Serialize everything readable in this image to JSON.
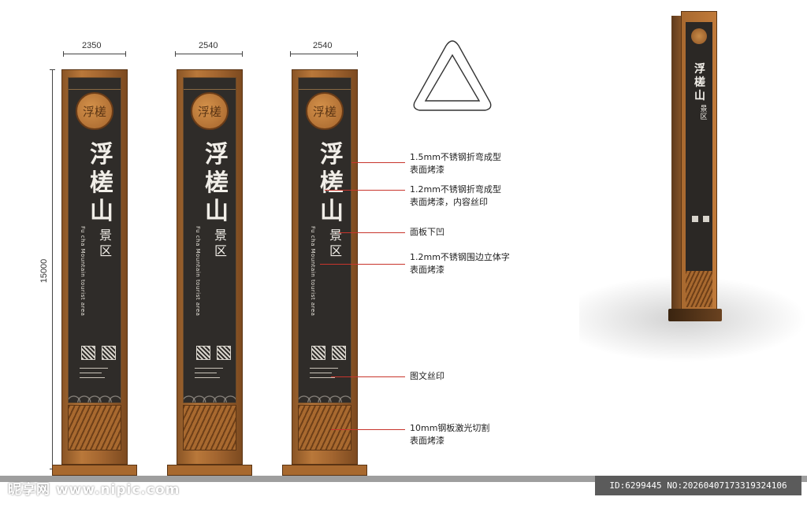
{
  "dimensions": {
    "width_1": "2350",
    "width_2": "2540",
    "width_3": "2540",
    "height": "15000"
  },
  "sign": {
    "title": "浮槎山",
    "subtitle": "景区",
    "logo_text": "浮槎",
    "english": "Fu cha Mountain tourist area"
  },
  "annotations": [
    {
      "line1": "1.5mm不锈钢折弯成型",
      "line2": "表面烤漆"
    },
    {
      "line1": "1.2mm不锈钢折弯成型",
      "line2": "表面烤漆，内容丝印"
    },
    {
      "line1": "面板下凹",
      "line2": ""
    },
    {
      "line1": "1.2mm不锈钢围边立体字",
      "line2": "表面烤漆"
    },
    {
      "line1": "图文丝印",
      "line2": ""
    },
    {
      "line1": "10mm钢板激光切割",
      "line2": "表面烤漆"
    }
  ],
  "watermark": "昵享网 www.nipic.com",
  "image_id": "ID:6299445 NO:20260407173319324106",
  "colors": {
    "panel": "#2f2c29",
    "frame": "#b9783a",
    "annotation_line": "#c8352c"
  }
}
